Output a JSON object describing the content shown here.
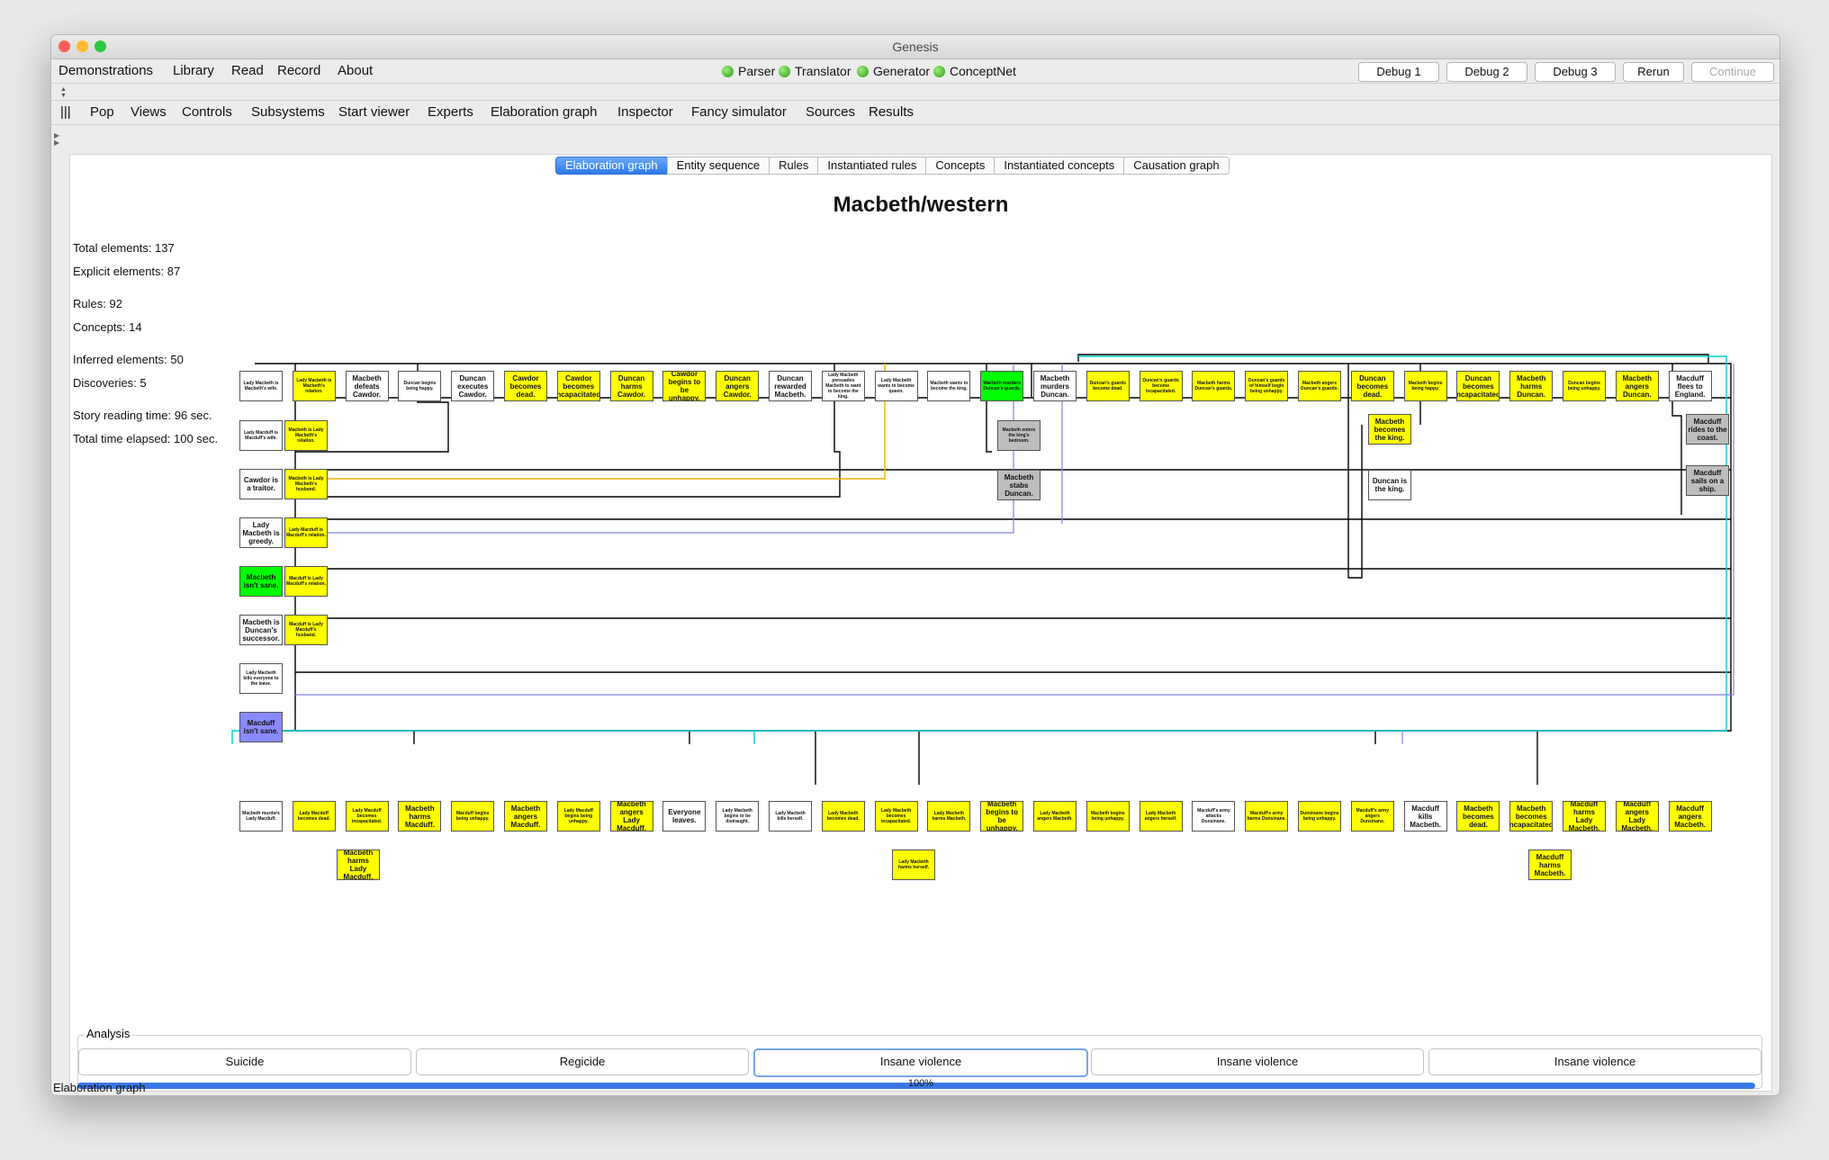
{
  "window": {
    "title": "Genesis"
  },
  "menu": [
    "Demonstrations",
    "Library",
    "Read",
    "Record",
    "About"
  ],
  "status": [
    "Parser",
    "Translator",
    "Generator",
    "ConceptNet"
  ],
  "toolbar_buttons": [
    "Debug 1",
    "Debug 2",
    "Debug 3",
    "Rerun",
    "Continue"
  ],
  "viewmenu": [
    "|||",
    "Pop",
    "Views",
    "Controls",
    "Subsystems",
    "Start viewer",
    "Experts",
    "Elaboration graph",
    "Inspector",
    "Fancy simulator",
    "Sources",
    "Results"
  ],
  "tabs": [
    "Elaboration graph",
    "Entity sequence",
    "Rules",
    "Instantiated rules",
    "Concepts",
    "Instantiated concepts",
    "Causation graph"
  ],
  "graph_title": "Macbeth/western",
  "stats": {
    "total": "Total elements: 137",
    "explicit": "Explicit elements: 87",
    "rules": "Rules: 92",
    "concepts": "Concepts: 14",
    "inferred": "Inferred elements: 50",
    "discoveries": "Discoveries: 5",
    "reading": "Story reading time: 96 sec.",
    "elapsed": "Total time elapsed: 100 sec."
  },
  "nodes_top": [
    {
      "t": "Lady Macbeth is Macbeth's wife.",
      "c": "white",
      "s": true
    },
    {
      "t": "Lady Macbeth is Macbeth's relation.",
      "c": "yellow",
      "s": true
    },
    {
      "t": "Macbeth defeats Cawdor.",
      "c": "white"
    },
    {
      "t": "Duncan begins being happy.",
      "c": "white",
      "s": true
    },
    {
      "t": "Duncan executes Cawdor.",
      "c": "white"
    },
    {
      "t": "Cawdor becomes dead.",
      "c": "yellow"
    },
    {
      "t": "Cawdor becomes incapacitated.",
      "c": "yellow"
    },
    {
      "t": "Duncan harms Cawdor.",
      "c": "yellow"
    },
    {
      "t": "Cawdor begins to be unhappy.",
      "c": "yellow"
    },
    {
      "t": "Duncan angers Cawdor.",
      "c": "yellow"
    },
    {
      "t": "Duncan rewarded Macbeth.",
      "c": "white"
    },
    {
      "t": "Lady Macbeth persuades Macbeth to want to become the king.",
      "c": "white",
      "s": true
    },
    {
      "t": "Lady Macbeth wants to become queen.",
      "c": "white",
      "s": true
    },
    {
      "t": "Macbeth wants to become the king.",
      "c": "white",
      "s": true
    },
    {
      "t": "Macbeth murders Duncan's guards.",
      "c": "green",
      "s": true
    },
    {
      "t": "Macbeth murders Duncan.",
      "c": "white"
    },
    {
      "t": "Duncan's guards become dead.",
      "c": "yellow",
      "s": true
    },
    {
      "t": "Duncan's guards become incapacitated.",
      "c": "yellow",
      "s": true
    },
    {
      "t": "Macbeth harms Duncan's guards.",
      "c": "yellow",
      "s": true
    },
    {
      "t": "Duncan's guards of himself begin being unhappy.",
      "c": "yellow",
      "s": true
    },
    {
      "t": "Macbeth angers Duncan's guards.",
      "c": "yellow",
      "s": true
    },
    {
      "t": "Duncan becomes dead.",
      "c": "yellow"
    },
    {
      "t": "Macbeth begins being happy.",
      "c": "yellow",
      "s": true
    },
    {
      "t": "Duncan becomes incapacitated.",
      "c": "yellow"
    },
    {
      "t": "Macbeth harms Duncan.",
      "c": "yellow"
    },
    {
      "t": "Duncan begins being unhappy.",
      "c": "yellow",
      "s": true
    },
    {
      "t": "Macbeth angers Duncan.",
      "c": "yellow"
    },
    {
      "t": "Macduff flees to England.",
      "c": "white"
    }
  ],
  "nodes_left": [
    {
      "t": "Lady Macduff is Macduff's wife.",
      "c": "white",
      "s": true
    },
    {
      "t": "Cawdor is a traitor.",
      "c": "white"
    },
    {
      "t": "Lady Macbeth is greedy.",
      "c": "white"
    },
    {
      "t": "Macbeth isn't sane.",
      "c": "green"
    },
    {
      "t": "Macbeth is Duncan's successor.",
      "c": "white"
    },
    {
      "t": "Lady Macbeth kills everyone to the leave.",
      "c": "white",
      "s": true
    },
    {
      "t": "Macduff isn't sane.",
      "c": "purple"
    }
  ],
  "nodes_col2": [
    {
      "t": "Macbeth is Lady Macbeth's relation.",
      "c": "yellow",
      "s": true
    },
    {
      "t": "Macbeth is Lady Macbeth's husband.",
      "c": "yellow",
      "s": true
    },
    {
      "t": "Lady Macduff is Macduff's relation.",
      "c": "yellow",
      "s": true
    },
    {
      "t": "Macduff is Lady Macduff's relation.",
      "c": "yellow",
      "s": true
    },
    {
      "t": "Macduff is Lady Macduff's husband.",
      "c": "yellow",
      "s": true
    }
  ],
  "nodes_misc": [
    {
      "t": "Macbeth enters the king's bedroom.",
      "c": "gray",
      "s": true
    },
    {
      "t": "Macbeth stabs Duncan.",
      "c": "gray"
    },
    {
      "t": "Macbeth becomes the king.",
      "c": "yellow"
    },
    {
      "t": "Duncan is the king.",
      "c": "white"
    },
    {
      "t": "Macduff rides to the coast.",
      "c": "gray"
    },
    {
      "t": "Macduff sails on a ship.",
      "c": "gray"
    }
  ],
  "nodes_bottom": [
    {
      "t": "Macbeth murders Lady Macduff.",
      "c": "white",
      "s": true
    },
    {
      "t": "Lady Macduff becomes dead.",
      "c": "yellow",
      "s": true
    },
    {
      "t": "Lady Macduff becomes incapacitated.",
      "c": "yellow",
      "s": true
    },
    {
      "t": "Macbeth harms Macduff.",
      "c": "yellow"
    },
    {
      "t": "Macduff begins being unhappy.",
      "c": "yellow",
      "s": true
    },
    {
      "t": "Macbeth angers Macduff.",
      "c": "yellow"
    },
    {
      "t": "Lady Macduff begins being unhappy.",
      "c": "yellow",
      "s": true
    },
    {
      "t": "Macbeth angers Lady Macduff.",
      "c": "yellow"
    },
    {
      "t": "Everyone leaves.",
      "c": "white"
    },
    {
      "t": "Lady Macbeth begins to be distraught.",
      "c": "white",
      "s": true
    },
    {
      "t": "Lady Macbeth kills herself.",
      "c": "white",
      "s": true
    },
    {
      "t": "Lady Macbeth becomes dead.",
      "c": "yellow",
      "s": true
    },
    {
      "t": "Lady Macbeth becomes incapacitated.",
      "c": "yellow",
      "s": true
    },
    {
      "t": "Lady Macbeth harms Macbeth.",
      "c": "yellow",
      "s": true
    },
    {
      "t": "Macbeth begins to be unhappy.",
      "c": "yellow"
    },
    {
      "t": "Lady Macbeth angers Macbeth.",
      "c": "yellow",
      "s": true
    },
    {
      "t": "Macbeth begins being unhappy.",
      "c": "yellow",
      "s": true
    },
    {
      "t": "Lady Macbeth angers herself.",
      "c": "yellow",
      "s": true
    },
    {
      "t": "Macduff's army attacks Dunsinane.",
      "c": "white",
      "s": true
    },
    {
      "t": "Macduff's army harms Dunsinane.",
      "c": "yellow",
      "s": true
    },
    {
      "t": "Dunsinane begins being unhappy.",
      "c": "yellow",
      "s": true
    },
    {
      "t": "Macduff's army angers Dunsinane.",
      "c": "yellow",
      "s": true
    },
    {
      "t": "Macduff kills Macbeth.",
      "c": "white"
    },
    {
      "t": "Macbeth becomes dead.",
      "c": "yellow"
    },
    {
      "t": "Macbeth becomes incapacitated.",
      "c": "yellow"
    },
    {
      "t": "Macduff harms Lady Macbeth.",
      "c": "yellow"
    },
    {
      "t": "Macduff angers Lady Macbeth.",
      "c": "yellow"
    },
    {
      "t": "Macduff angers Macbeth.",
      "c": "yellow"
    }
  ],
  "nodes_bottom2": [
    {
      "t": "Macbeth harms Lady Macduff.",
      "c": "yellow"
    },
    {
      "t": "Lady Macbeth harms herself.",
      "c": "yellow",
      "s": true
    },
    {
      "t": "Macduff harms Macbeth.",
      "c": "yellow"
    }
  ],
  "analysis": {
    "label": "Analysis",
    "buttons": [
      "Suicide",
      "Regicide",
      "Insane violence",
      "Insane violence",
      "Insane violence"
    ],
    "progress_text": "100%",
    "progress": 1.0
  },
  "bottom_label": "Elaboration graph",
  "colors": {
    "yellow": "#ffff00",
    "green": "#00ff00",
    "gray": "#bdbdbd",
    "purple": "#8a8aff",
    "accent": "#3b78e7"
  }
}
